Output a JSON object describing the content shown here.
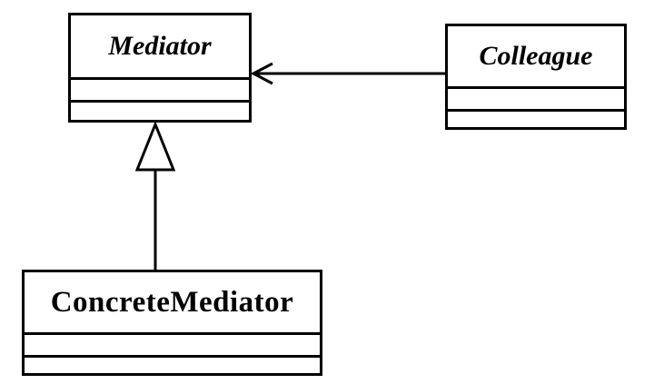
{
  "diagram": {
    "classes": {
      "mediator": {
        "name": "Mediator",
        "abstract": true
      },
      "colleague": {
        "name": "Colleague",
        "abstract": true
      },
      "concrete_mediator": {
        "name": "ConcreteMediator",
        "abstract": false
      }
    },
    "relationships": [
      {
        "type": "association",
        "from": "Colleague",
        "to": "Mediator",
        "arrow": "open"
      },
      {
        "type": "generalization",
        "from": "ConcreteMediator",
        "to": "Mediator",
        "arrow": "hollow-triangle"
      }
    ],
    "colors": {
      "line": "#000000",
      "background": "#ffffff"
    }
  }
}
